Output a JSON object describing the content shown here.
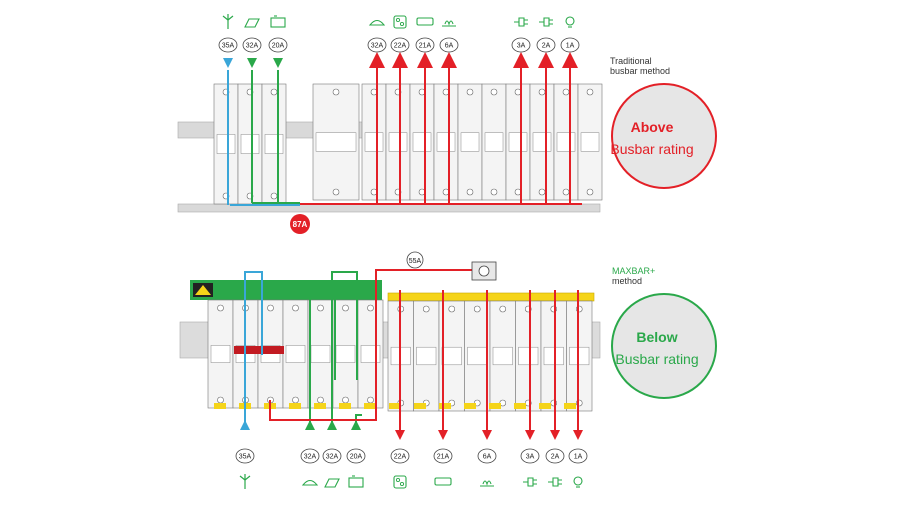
{
  "colors": {
    "red": "#e32027",
    "green": "#2aa84a",
    "blue": "#3aa6d8",
    "dark_red": "#c21b22",
    "yellow": "#f5d419",
    "rail": "#d8d8d8",
    "circle_fill": "#e6e6e6"
  },
  "top": {
    "method_label_line1": "Traditional",
    "method_label_line2": "busbar method",
    "bubble_line1": "Above",
    "bubble_line2": "Busbar rating",
    "total_current": "87A",
    "input_ratings": [
      "35A",
      "32A",
      "20A"
    ],
    "input_icons": [
      "wind-turbine-icon",
      "solar-panel-icon",
      "battery-icon"
    ],
    "output_ratings": [
      "32A",
      "22A",
      "21A",
      "6A",
      "3A",
      "2A",
      "1A"
    ],
    "output_icons": [
      "ev-charger-icon",
      "cooktop-icon",
      "air-conditioner-icon",
      "underfloor-heating-icon",
      "plug-icon",
      "plug-icon",
      "light-bulb-icon"
    ]
  },
  "bottom": {
    "method_label_line1": "MAXBAR+",
    "method_label_line2": "method",
    "bubble_line1": "Below",
    "bubble_line2": "Busbar rating",
    "link_current": "55A",
    "input_ratings": [
      "35A",
      "32A",
      "32A",
      "20A"
    ],
    "input_icons": [
      "wind-turbine-icon",
      "ev-charger-icon",
      "solar-panel-icon",
      "battery-icon"
    ],
    "output_ratings": [
      "22A",
      "21A",
      "6A",
      "3A",
      "2A",
      "1A"
    ],
    "output_icons": [
      "cooktop-icon",
      "air-conditioner-icon",
      "underfloor-heating-icon",
      "plug-icon",
      "plug-icon",
      "light-bulb-icon"
    ]
  }
}
